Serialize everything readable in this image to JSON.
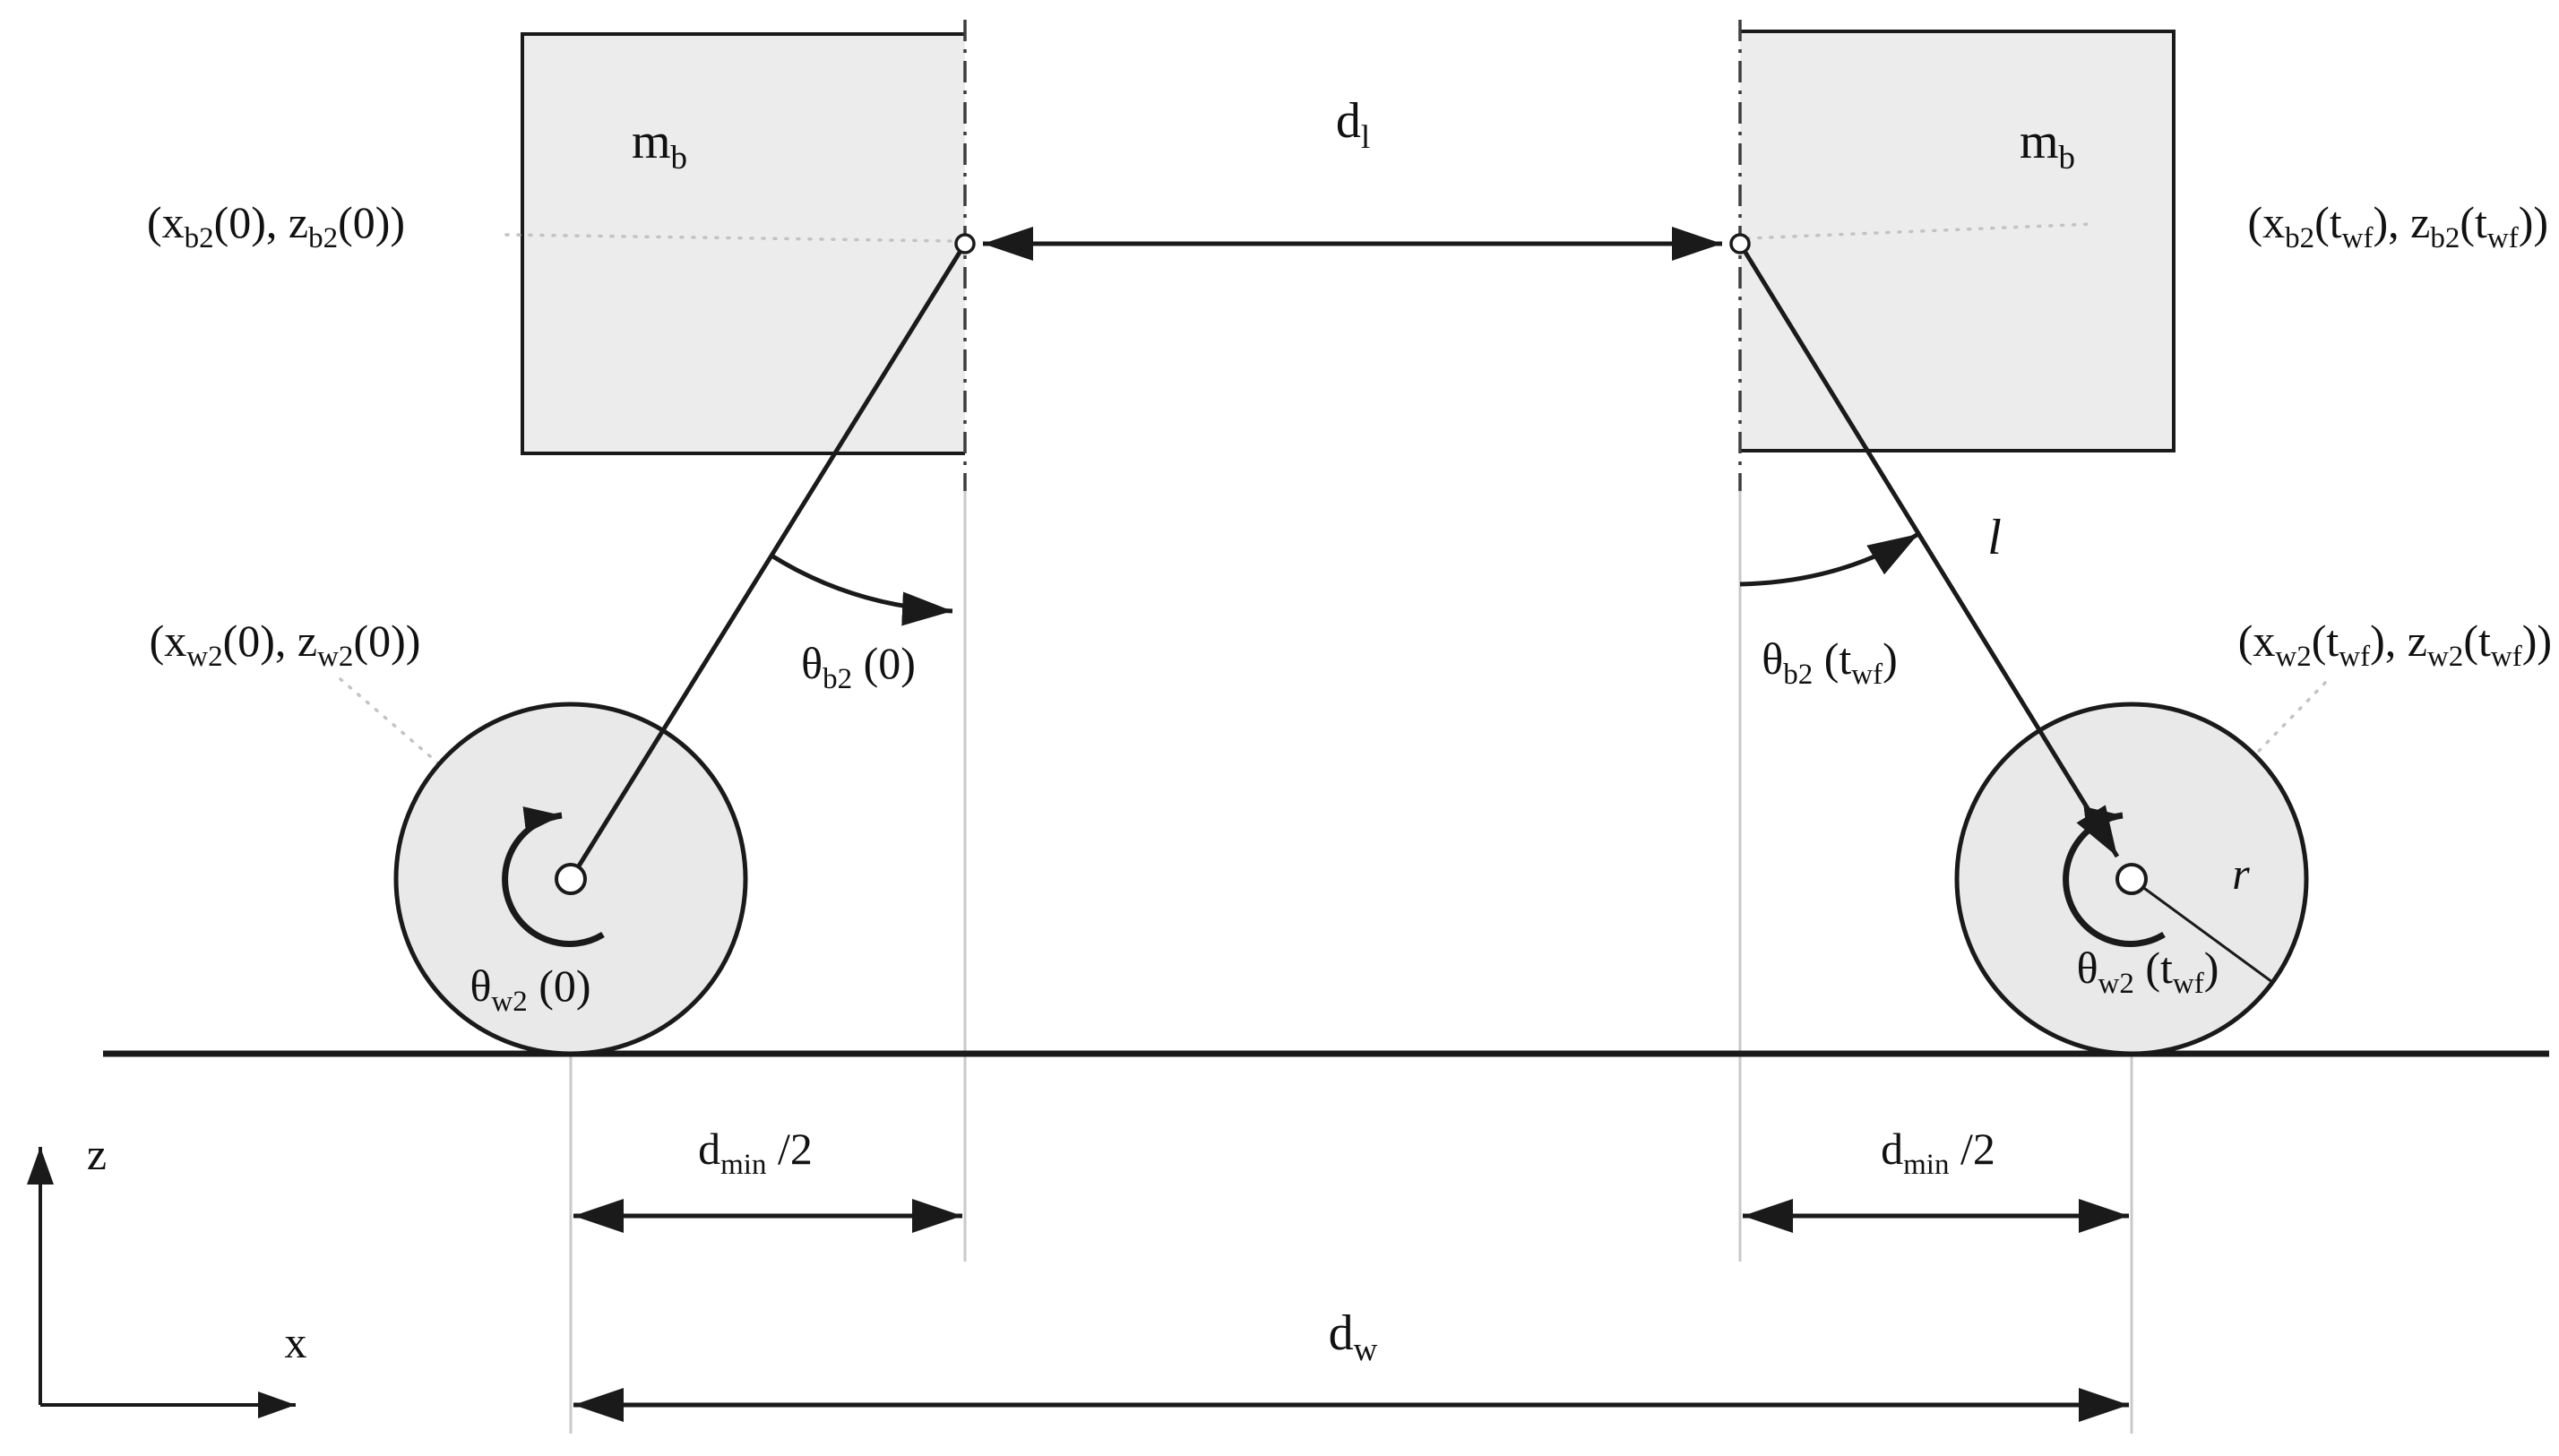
{
  "figure": {
    "type": "kinematics-diagram",
    "description": "Two-wheeled inverted pendulum robot shown at initial state (0) on the left and final state (t_wf) on the right, with dimension arrows and coordinate axes"
  },
  "colors": {
    "bg": "#ffffff",
    "line": "#1a1a1a",
    "body-fill": "#ececec",
    "wheel-fill": "#e9e9e9",
    "guide": "#c9c9c9",
    "leader": "#c3c3c3",
    "dashdot": "#3d3d3d"
  },
  "labels": {
    "body_mass": {
      "base": "m",
      "sub": "b"
    },
    "link_distance": {
      "base": "d",
      "sub": "l"
    },
    "pos_body_initial": {
      "p1": "(x",
      "s1": "b2",
      "p2": "(0), z",
      "s2": "b2",
      "p3": "(0))"
    },
    "pos_body_final": {
      "p1": "(x",
      "s1": "b2",
      "p2": "(t",
      "s2": "wf",
      "p3": "), z",
      "s3": "b2",
      "p4": "(t",
      "s4": "wf",
      "p5": "))"
    },
    "pos_wheel_initial": {
      "p1": "(x",
      "s1": "w2",
      "p2": "(0), z",
      "s2": "w2",
      "p3": "(0))"
    },
    "pos_wheel_final": {
      "p1": "(x",
      "s1": "w2",
      "p2": "(t",
      "s2": "wf",
      "p3": "), z",
      "s3": "w2",
      "p4": "(t",
      "s4": "wf",
      "p5": "))"
    },
    "body_angle_initial": {
      "p1": "θ",
      "s1": "b2",
      "p2": " (0)"
    },
    "body_angle_final": {
      "p1": "θ",
      "s1": "b2",
      "p2": " (t",
      "s2": "wf",
      "p3": ")"
    },
    "wheel_angle_initial": {
      "p1": "θ",
      "s1": "w2",
      "p2": " (0)"
    },
    "wheel_angle_final": {
      "p1": "θ",
      "s1": "w2",
      "p2": " (t",
      "s2": "wf",
      "p3": ")"
    },
    "link_length": "l",
    "wheel_radius": "r",
    "min_distance_half": {
      "p1": "d",
      "s1": "min",
      "p2": " /2"
    },
    "wheel_distance": {
      "base": "d",
      "sub": "w"
    },
    "axis_vertical": "z",
    "axis_horizontal": "x"
  }
}
